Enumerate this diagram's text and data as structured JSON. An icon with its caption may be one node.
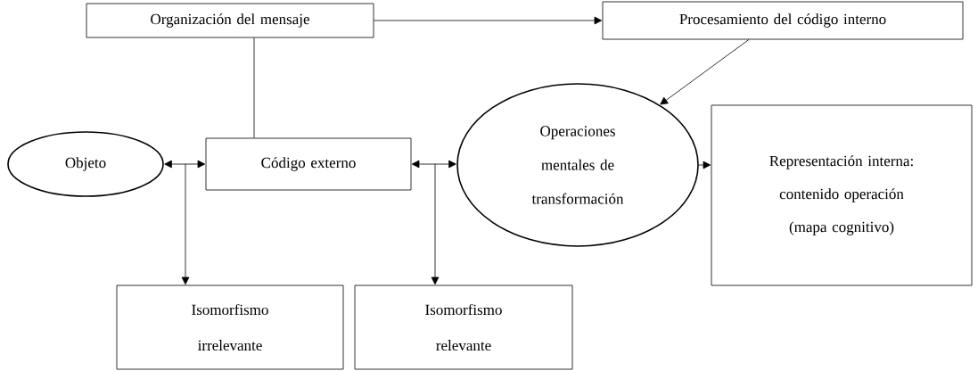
{
  "diagram": {
    "nodes": [
      {
        "text": [
          "Organización del mensaje"
        ]
      },
      {
        "text": [
          "Procesamiento del código interno"
        ]
      },
      {
        "text": [
          "Objeto"
        ]
      },
      {
        "text": [
          "Código externo"
        ]
      },
      {
        "text": [
          "Operaciones mentales de transformación"
        ]
      },
      {
        "text": [
          "Representación interna: contenido operación (mapa cognitivo)"
        ]
      },
      {
        "text": [
          "Isomorfismo irrelevante"
        ]
      },
      {
        "text": [
          "Isomorfismo relevante"
        ]
      }
    ],
    "edges": [
      {
        "from": 2,
        "to": 3,
        "arrow": "both"
      },
      {
        "from": 3,
        "to": 4,
        "arrow": "both"
      },
      {
        "from": 0,
        "to": 3,
        "arrow": "none"
      },
      {
        "from": 0,
        "to": 1,
        "arrow": "to"
      },
      {
        "from": 1,
        "to": 4,
        "arrow": "to"
      },
      {
        "from": 4,
        "to": 5,
        "arrow": "to"
      },
      {
        "from": null,
        "to": 6,
        "arrow": "to"
      },
      {
        "from": null,
        "to": 7,
        "arrow": "to"
      }
    ]
  }
}
